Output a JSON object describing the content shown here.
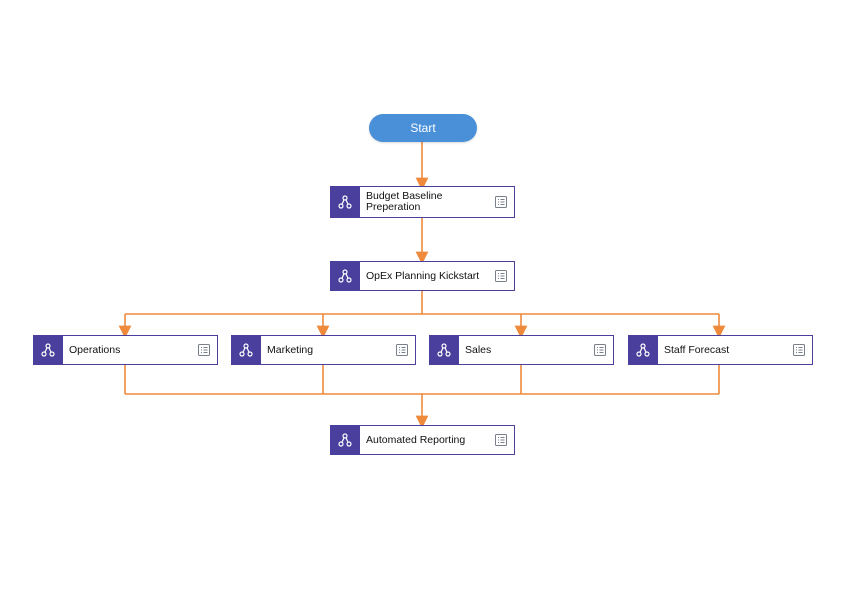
{
  "colors": {
    "connector": "#ef8a3c",
    "node_border": "#4b3f9e",
    "badge": "#4b3f9e",
    "start": "#4a90d9"
  },
  "diagram": {
    "start": {
      "label": "Start"
    },
    "nodes": {
      "budget": {
        "label": "Budget Baseline\nPreperation",
        "icon": "workflow-icon"
      },
      "kickstart": {
        "label": "OpEx Planning Kickstart",
        "icon": "workflow-icon"
      },
      "operations": {
        "label": "Operations",
        "icon": "workflow-icon"
      },
      "marketing": {
        "label": "Marketing",
        "icon": "workflow-icon"
      },
      "sales": {
        "label": "Sales",
        "icon": "workflow-icon"
      },
      "staff": {
        "label": "Staff Forecast",
        "icon": "workflow-icon"
      },
      "reporting": {
        "label": "Automated Reporting",
        "icon": "workflow-icon"
      }
    },
    "detail_icon": "list-document-icon"
  }
}
